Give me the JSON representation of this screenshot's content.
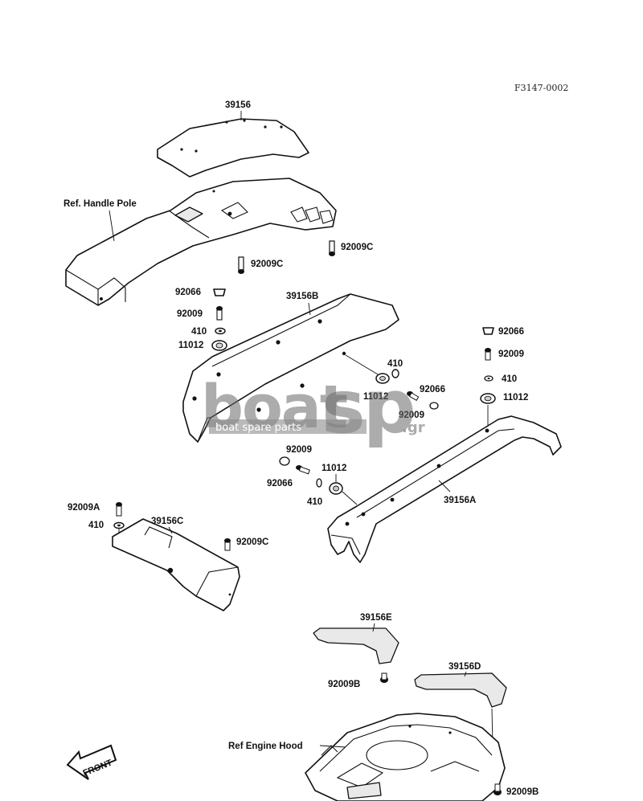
{
  "diagram_code": "F3147-0002",
  "references": {
    "handle_pole": "Ref. Handle Pole",
    "engine_hood": "Ref Engine Hood"
  },
  "front_label": "FRONT",
  "watermark": {
    "brand_left": "boat",
    "brand_right": "sp",
    "suffix": ".gr",
    "tagline": "boat spare parts"
  },
  "labels": {
    "p39156": "39156",
    "p92009C_a": "92009C",
    "p92009C_b": "92009C",
    "p92066_a": "92066",
    "p92009_a": "92009",
    "p410_a": "410",
    "p11012_a": "11012",
    "p39156B": "39156B",
    "p92066_b": "92066",
    "p92009_b": "92009",
    "p410_b": "410",
    "p11012_b": "11012",
    "p410_c": "410",
    "p11012_c": "11012",
    "p92066_c": "92066",
    "p92009_c": "92009",
    "p92009_d": "92009",
    "p92066_d": "92066",
    "p11012_d": "11012",
    "p410_d": "410",
    "p39156A": "39156A",
    "p92009A": "92009A",
    "p410_e": "410",
    "p39156C": "39156C",
    "p92009C_c": "92009C",
    "p39156E": "39156E",
    "p39156D": "39156D",
    "p92009B_a": "92009B",
    "p92009B_b": "92009B"
  }
}
